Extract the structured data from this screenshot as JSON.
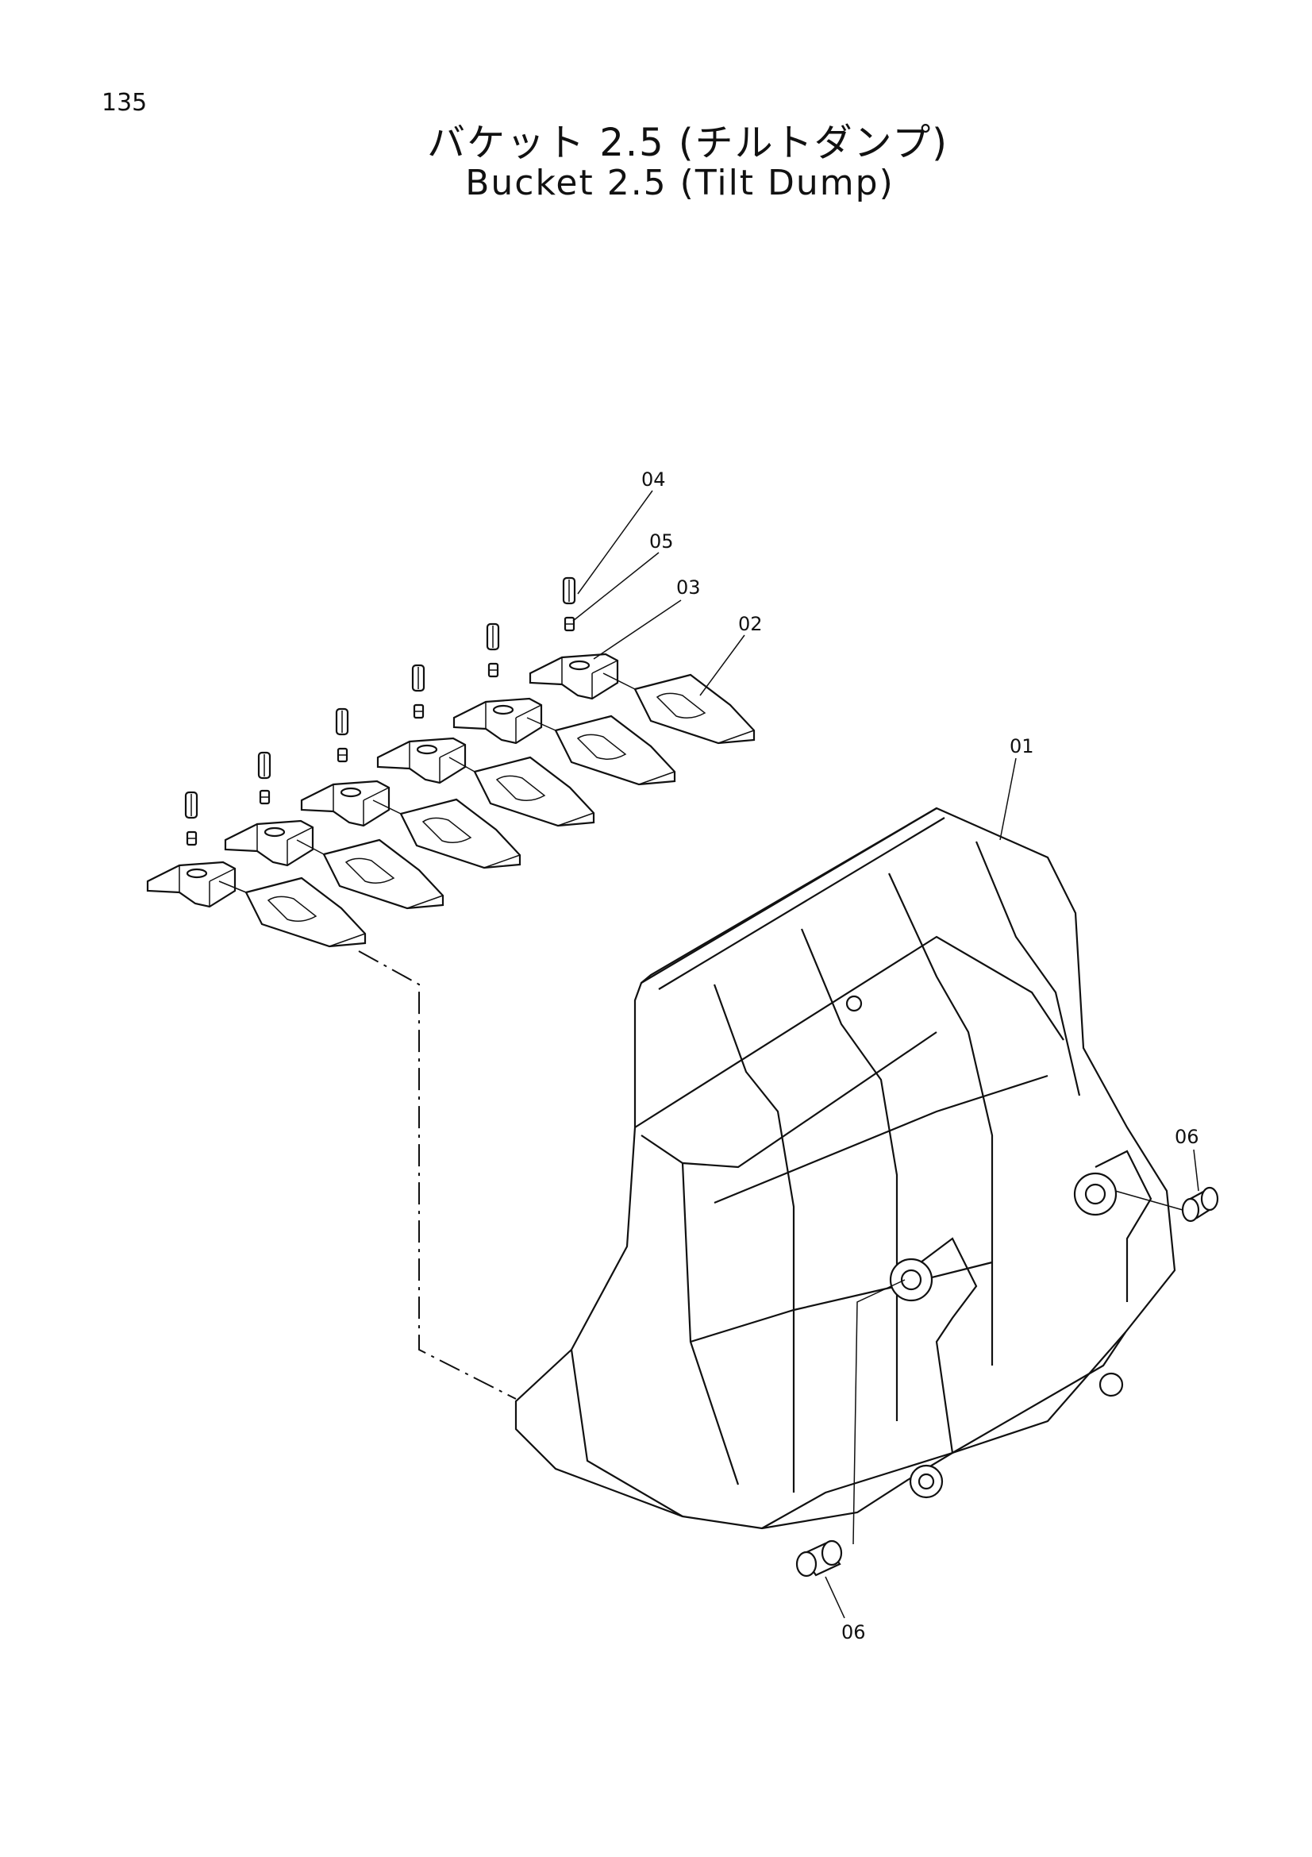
{
  "page": {
    "number": "135"
  },
  "title": {
    "japanese": "バケット 2.5 (チルトダンプ)",
    "english": "Bucket 2.5 (Tilt Dump)"
  },
  "callouts": {
    "c01": "01",
    "c02": "02",
    "c03": "03",
    "c04": "04",
    "c05": "05",
    "c06a": "06",
    "c06b": "06"
  }
}
